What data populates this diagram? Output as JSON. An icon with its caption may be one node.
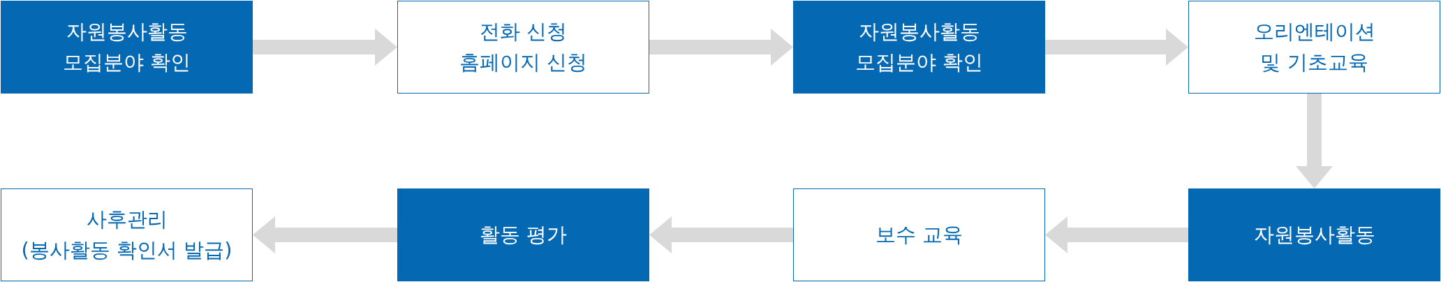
{
  "diagram": {
    "nodes": [
      {
        "text": [
          "자원봉사활동 모집분야 확인"
        ]
      },
      {
        "text": [
          "전화 신청",
          "홈페이지 신청"
        ]
      },
      {
        "text": [
          "자원봉사활동 모집분야 확인"
        ]
      },
      {
        "text": [
          "오리엔테이션 및 기초교육"
        ]
      },
      {
        "text": [
          "사후관리",
          "(봉사활동 확인서 발급)"
        ]
      },
      {
        "text": [
          "활동 평가"
        ]
      },
      {
        "text": [
          "보수 교육"
        ]
      },
      {
        "text": [
          "자원봉사활동"
        ]
      }
    ],
    "edges": [
      {
        "from": 0,
        "to": 1,
        "arrow": "to"
      },
      {
        "from": 1,
        "to": 2,
        "arrow": "to"
      },
      {
        "from": 2,
        "to": 3,
        "arrow": "to"
      },
      {
        "from": 3,
        "to": 7,
        "arrow": "to"
      },
      {
        "from": 7,
        "to": 6,
        "arrow": "to"
      },
      {
        "from": 6,
        "to": 5,
        "arrow": "to"
      },
      {
        "from": 5,
        "to": 4,
        "arrow": "to"
      }
    ]
  }
}
